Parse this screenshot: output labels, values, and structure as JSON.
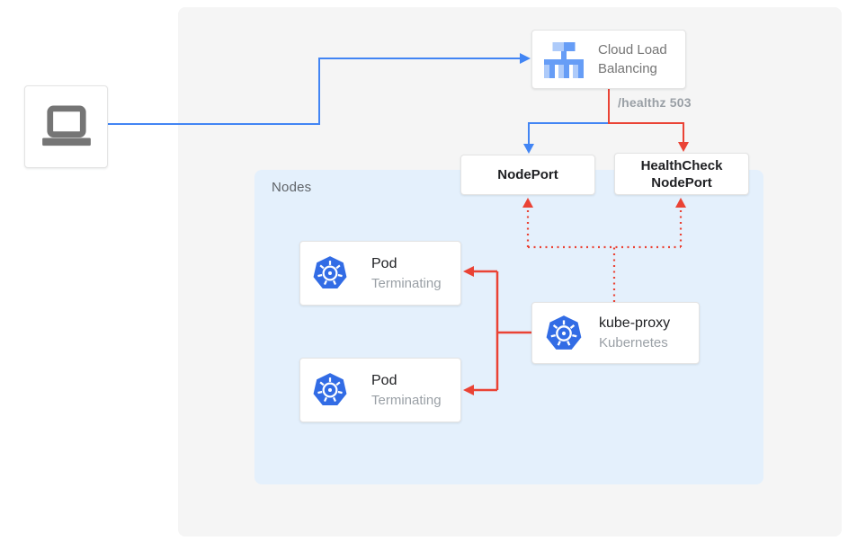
{
  "client": {
    "icon": "laptop-icon"
  },
  "load_balancer": {
    "label": "Cloud Load Balancing",
    "icon": "cloud-load-balancing-icon"
  },
  "health_check_label": "/healthz 503",
  "nodeport": {
    "label": "NodePort"
  },
  "healthcheck_nodeport": {
    "label": "HealthCheck NodePort"
  },
  "nodes_container": {
    "label": "Nodes"
  },
  "pods": [
    {
      "title": "Pod",
      "status": "Terminating",
      "icon": "kubernetes-icon"
    },
    {
      "title": "Pod",
      "status": "Terminating",
      "icon": "kubernetes-icon"
    }
  ],
  "kube_proxy": {
    "title": "kube-proxy",
    "subtitle": "Kubernetes",
    "icon": "kubernetes-icon"
  },
  "colors": {
    "line_blue": "#4285f4",
    "line_red": "#ea4335",
    "panel_bg": "#f5f5f5",
    "nodes_bg": "#e4f0fc",
    "kubernetes_blue": "#326ce5",
    "lb_icon_blue": "#669df6",
    "lb_icon_light_blue": "#aecbfa",
    "text_primary": "#202124",
    "text_secondary": "#9aa0a6",
    "laptop_gray": "#757575"
  }
}
